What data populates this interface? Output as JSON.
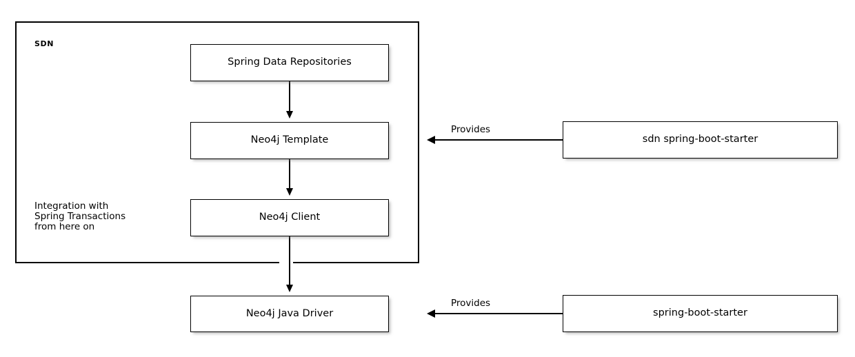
{
  "diagram": {
    "type": "layered-architecture-flow",
    "background_color": "#ffffff",
    "line_color": "#000000",
    "shadow_color": "#828282"
  },
  "group": {
    "label": "SDN"
  },
  "note": {
    "text": "Integration with\nSpring Transactions\nfrom here on"
  },
  "nodes": {
    "spring_data_repositories": {
      "label": "Spring Data Repositories"
    },
    "neo4j_template": {
      "label": "Neo4j Template"
    },
    "neo4j_client": {
      "label": "Neo4j Client"
    },
    "neo4j_java_driver": {
      "label": "Neo4j Java Driver"
    },
    "sdn_spring_boot_starter": {
      "label": "sdn spring-boot-starter"
    },
    "spring_boot_starter": {
      "label": "spring-boot-starter"
    }
  },
  "edges": {
    "provides_upper": {
      "label": "Provides"
    },
    "provides_lower": {
      "label": "Provides"
    }
  }
}
